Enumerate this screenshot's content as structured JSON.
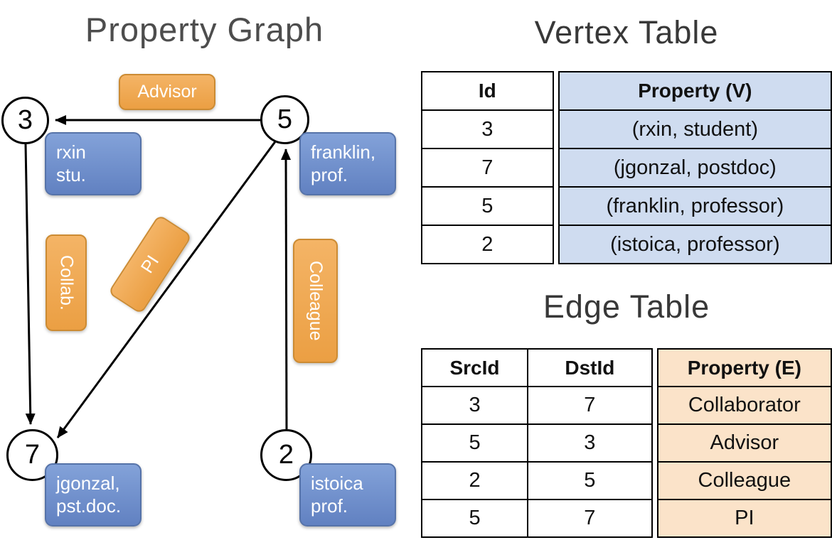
{
  "graph": {
    "title": "Property Graph",
    "vertices": [
      {
        "id": "3",
        "property_lines": [
          "rxin",
          "stu."
        ]
      },
      {
        "id": "5",
        "property_lines": [
          "franklin,",
          "prof."
        ]
      },
      {
        "id": "7",
        "property_lines": [
          "jgonzal,",
          "pst.doc."
        ]
      },
      {
        "id": "2",
        "property_lines": [
          "istoica",
          "prof."
        ]
      }
    ],
    "edges": [
      {
        "src": "5",
        "dst": "3",
        "label": "Advisor"
      },
      {
        "src": "3",
        "dst": "7",
        "label": "Collab."
      },
      {
        "src": "5",
        "dst": "7",
        "label": "PI"
      },
      {
        "src": "2",
        "dst": "5",
        "label": "Colleague"
      }
    ]
  },
  "vertex_table": {
    "title": "Vertex Table",
    "headers": [
      "Id",
      "Property (V)"
    ],
    "rows": [
      [
        "3",
        "(rxin, student)"
      ],
      [
        "7",
        "(jgonzal, postdoc)"
      ],
      [
        "5",
        "(franklin, professor)"
      ],
      [
        "2",
        "(istoica, professor)"
      ]
    ]
  },
  "edge_table": {
    "title": "Edge Table",
    "headers": [
      "SrcId",
      "DstId",
      "Property (E)"
    ],
    "rows": [
      [
        "3",
        "7",
        "Collaborator"
      ],
      [
        "5",
        "3",
        "Advisor"
      ],
      [
        "2",
        "5",
        "Colleague"
      ],
      [
        "5",
        "7",
        "PI"
      ]
    ]
  },
  "colors": {
    "vertex_property_fill": "#7191cc",
    "edge_label_fill": "#f0a952",
    "vertex_table_highlight": "#cfdcf0",
    "edge_table_highlight": "#fbe3c9",
    "edge_line": "#000000"
  }
}
